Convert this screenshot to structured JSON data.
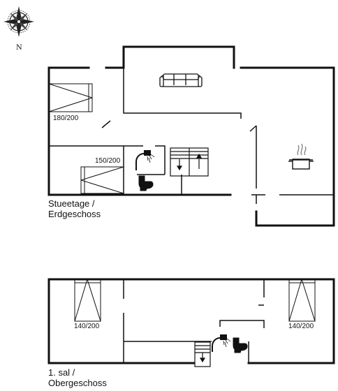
{
  "compass": {
    "north_label": "N"
  },
  "ground_floor": {
    "label_line1": "Stueetage /",
    "label_line2": "Erdgeschoss",
    "bed_sizes": [
      "180/200",
      "150/200"
    ]
  },
  "first_floor": {
    "label_line1": "1. sal /",
    "label_line2": "Obergeschoss",
    "bed_sizes": [
      "140/200",
      "140/200"
    ]
  },
  "icons": [
    "compass-rose-icon",
    "sofa-icon",
    "cooking-pot-icon",
    "shower-icon",
    "toilet-icon",
    "staircase-icon",
    "bed-icon"
  ]
}
